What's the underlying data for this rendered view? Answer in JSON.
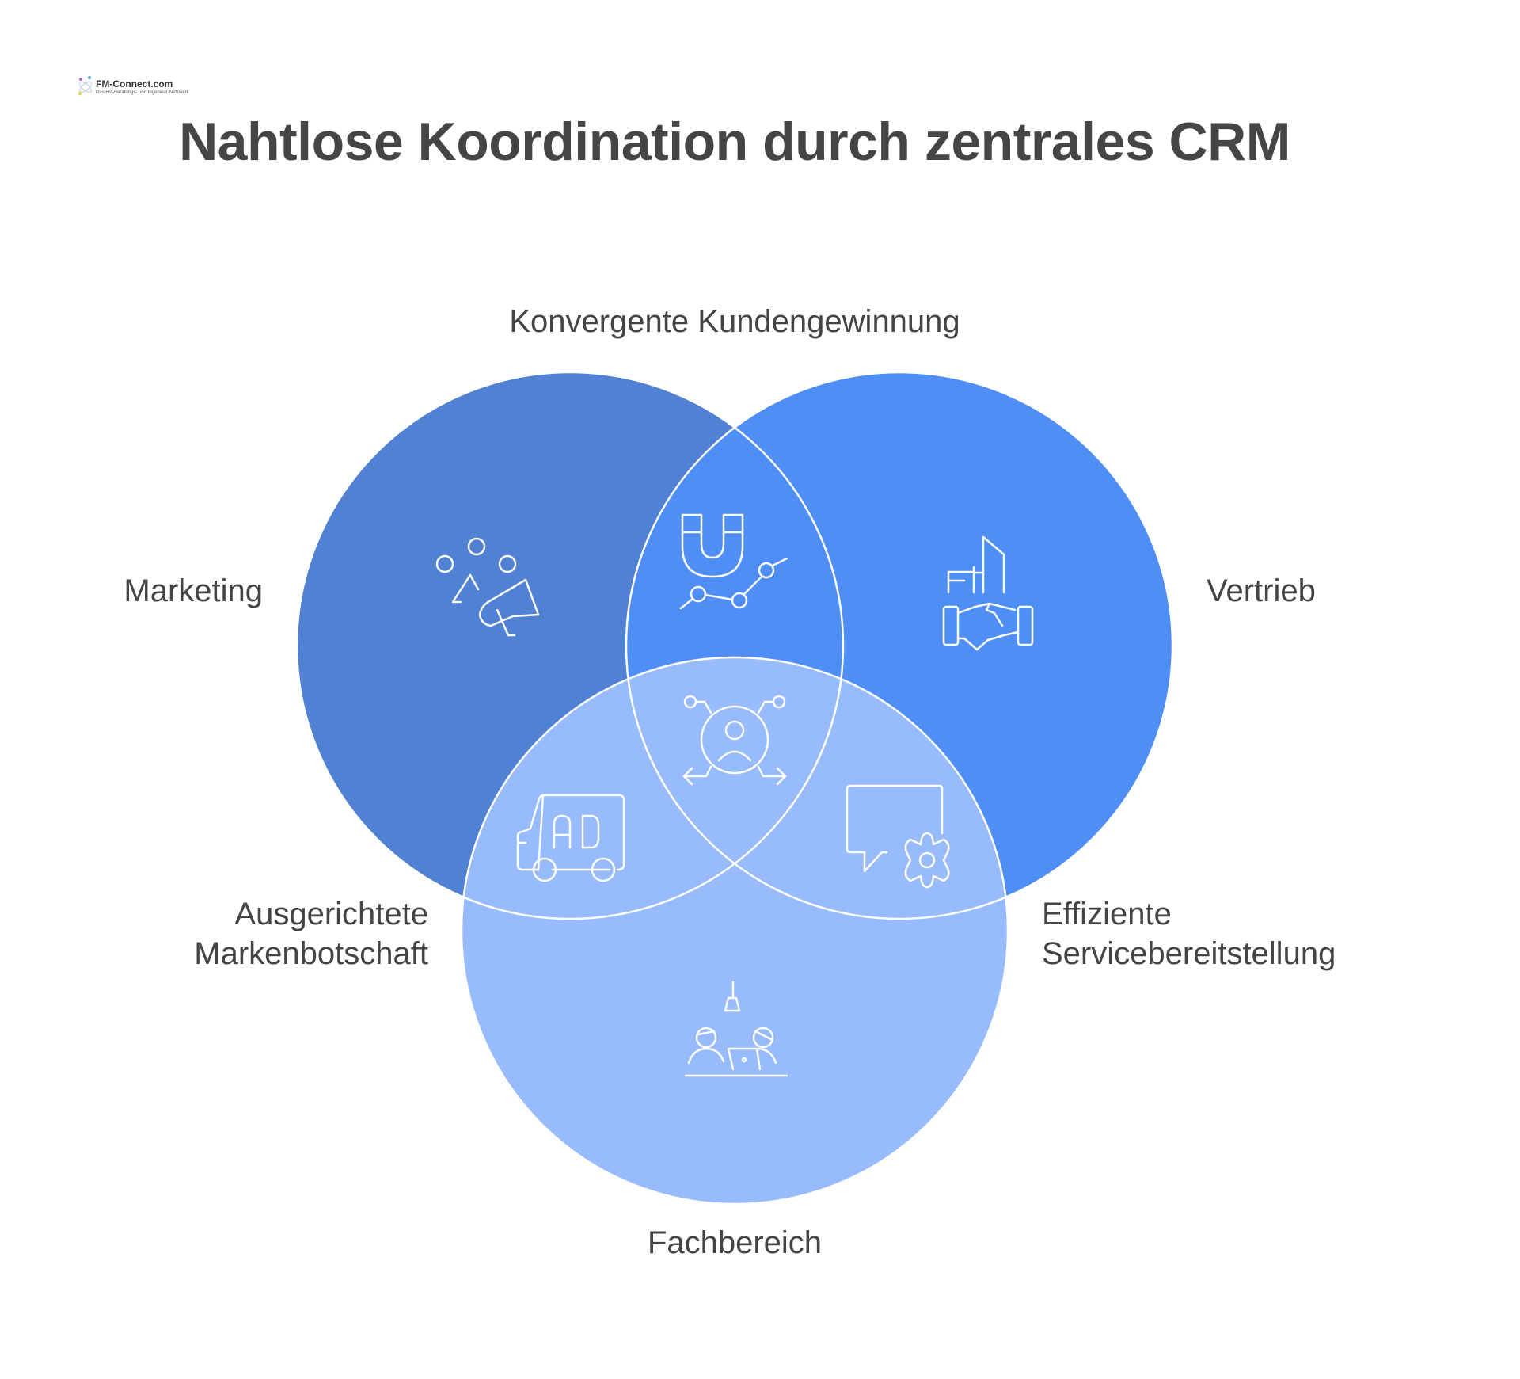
{
  "logo": {
    "text": "FM-Connect.com",
    "subtitle": "Das FM-Beratungs- und Ingenieur-Netzwerk"
  },
  "title": "Nahtlose Koordination durch zentrales CRM",
  "circles": {
    "marketing": {
      "label": "Marketing",
      "color": "#5181D3",
      "icon": "megaphone-people-icon"
    },
    "vertrieb": {
      "label": "Vertrieb",
      "color": "#4F8EF5",
      "icon": "handshake-building-icon"
    },
    "fachbereich": {
      "label": "Fachbereich",
      "color": "#97BBFC",
      "icon": "team-meeting-icon"
    }
  },
  "intersections": {
    "marketing_vertrieb": {
      "label": "Konvergente Kundengewinnung",
      "icon": "magnet-chart-icon"
    },
    "marketing_fachbereich": {
      "line1": "Ausgerichtete",
      "line2": "Markenbotschaft",
      "icon": "ad-truck-icon"
    },
    "vertrieb_fachbereich": {
      "line1": "Effiziente",
      "line2": "Servicebereitstellung",
      "icon": "chat-gear-icon"
    },
    "center": {
      "icon": "customer-hub-icon"
    }
  }
}
